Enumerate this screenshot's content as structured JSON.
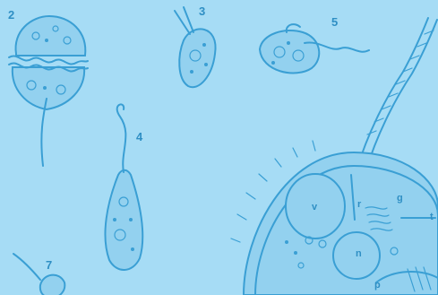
{
  "labels": {
    "org2": "2",
    "org3": "3",
    "org4": "4",
    "org5": "5",
    "org7": "7",
    "part_v": "v",
    "part_r": "r",
    "part_g": "g",
    "part_n": "n",
    "part_p": "p",
    "part_t": "t"
  },
  "colors": {
    "background": "#a6dcf5",
    "line": "#3a9fd4",
    "label": "#2f8fc4"
  }
}
